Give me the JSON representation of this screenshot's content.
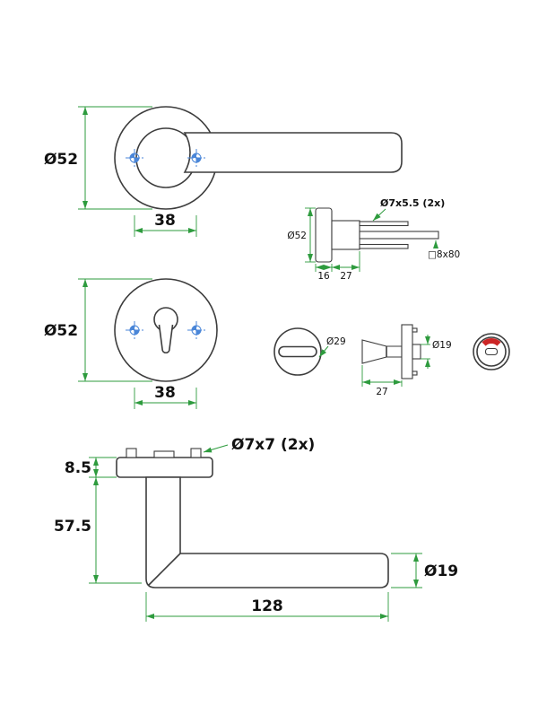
{
  "drawing": {
    "background": "#ffffff",
    "colors": {
      "object_line": "#3d3d3d",
      "dimension_line": "#2e9b3e",
      "center_mark": "#4a86d8",
      "indicator_red": "#cc2626",
      "text": "#111111"
    },
    "lever_front": {
      "diameter": "Ø52",
      "screw_spacing": "38"
    },
    "rose_side": {
      "screw_spec": "Ø7x5.5 (2x)",
      "diameter": "Ø52",
      "spindle_spec": "□8x80",
      "depth_inner": "16",
      "depth_outer": "27"
    },
    "escutcheon": {
      "diameter": "Ø52",
      "screw_spacing": "38"
    },
    "wc_turn": {
      "knob_diameter": "Ø29",
      "depth": "27",
      "spindle_diameter": "Ø19"
    },
    "lever_side": {
      "screw_spec": "Ø7x7 (2x)",
      "rose_thickness": "8.5",
      "neck_height": "57.5",
      "length": "128",
      "grip_diameter": "Ø19"
    }
  }
}
